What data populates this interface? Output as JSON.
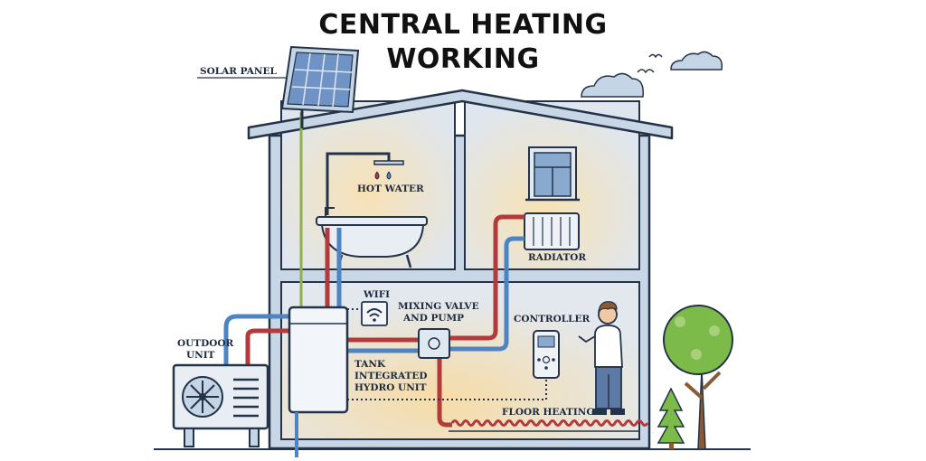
{
  "title": {
    "line1": "CENTRAL HEATING",
    "line2": "WORKING"
  },
  "labels": {
    "solar_panel": "SOLAR PANEL",
    "hot_water": "HOT WATER",
    "radiator": "RADIATOR",
    "wifi": "WIFI",
    "mixing_valve_1": "MIXING VALVE",
    "mixing_valve_2": "AND PUMP",
    "controller": "CONTROLLER",
    "outdoor_unit_1": "OUTDOOR",
    "outdoor_unit_2": "UNIT",
    "tank_1": "TANK",
    "tank_2": "INTEGRATED",
    "tank_3": "HYDRO UNIT",
    "floor_heating": "FLOOR HEATING"
  },
  "colors": {
    "outline": "#233349",
    "house_fill": "#c9d6e6",
    "warm_glow": "#f6dfb0",
    "hot_pipe": "#b23a3a",
    "cold_pipe": "#4f84c2",
    "solar_line": "#8fb04a",
    "tree_green": "#7cba4a",
    "tree_trunk": "#8a5a34"
  },
  "icons": [
    "solar-panel-icon",
    "shower-icon",
    "bathtub-icon",
    "radiator-icon",
    "window-icon",
    "wifi-icon",
    "mixing-valve-icon",
    "tank-icon",
    "controller-icon",
    "outdoor-unit-icon",
    "fan-icon",
    "person-icon",
    "tree-icon",
    "cloud-icon",
    "bird-icon"
  ]
}
